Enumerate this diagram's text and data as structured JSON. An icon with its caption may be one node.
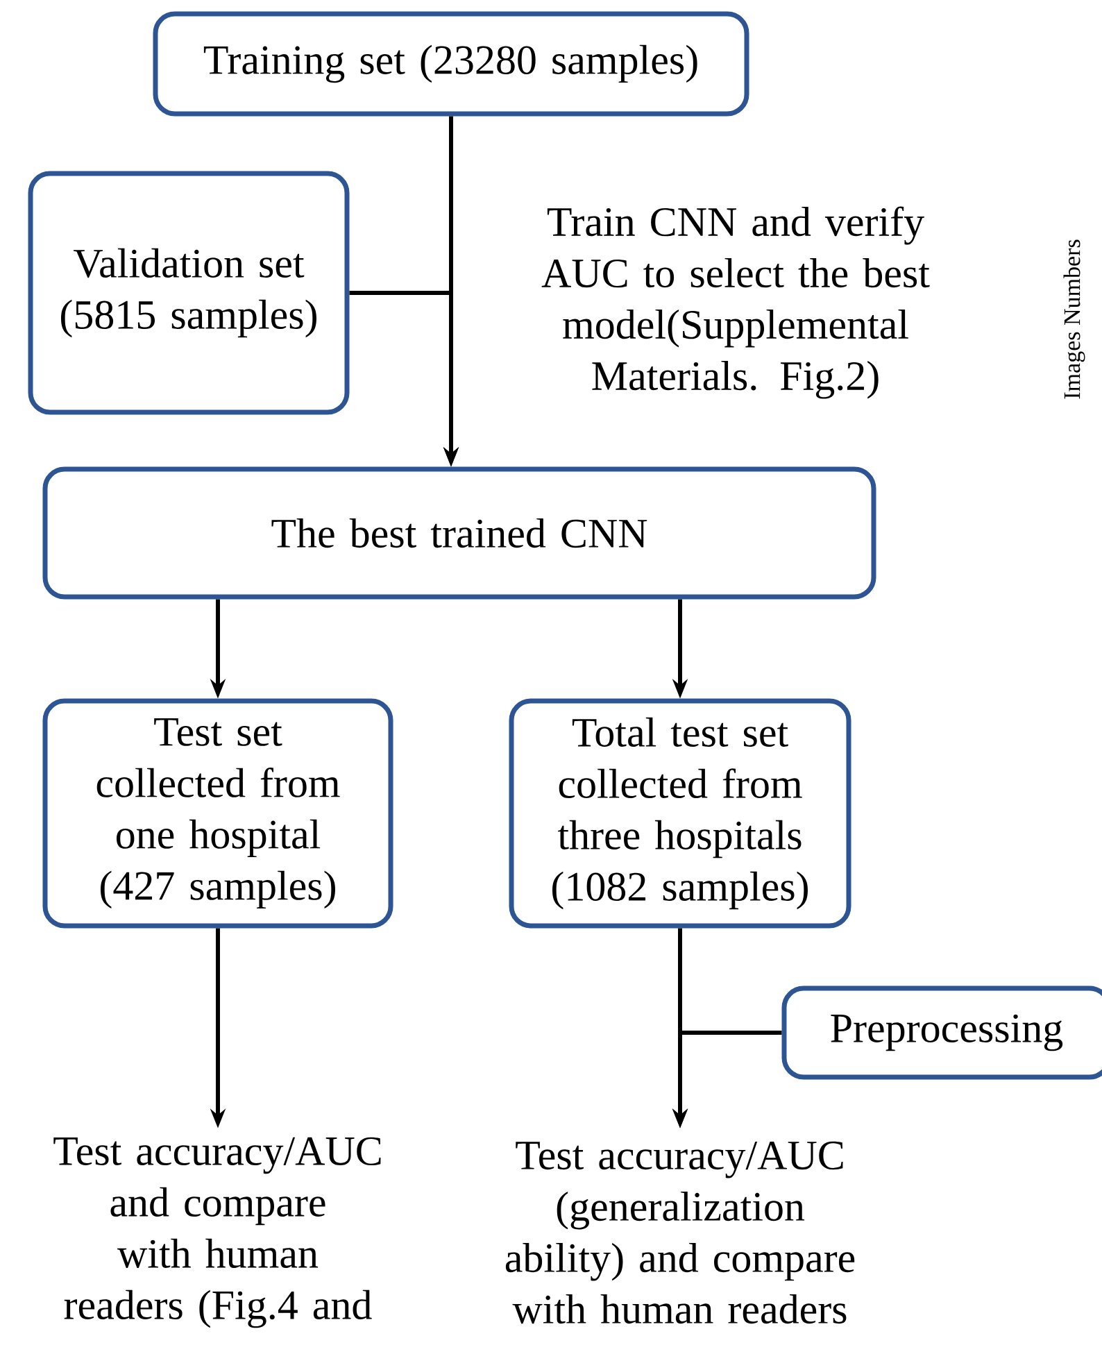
{
  "diagram": {
    "nodes": [
      {
        "text": [
          "Training set (23280 samples)"
        ]
      },
      {
        "text": [
          "Validation set (5815 samples)"
        ]
      },
      {
        "text": [
          "The best trained CNN"
        ]
      },
      {
        "text": [
          "Test set collected from one hospital (427 samples)"
        ]
      },
      {
        "text": [
          "Total test set collected from three hospitals (1082 samples)"
        ]
      },
      {
        "text": [
          "Preprocessing"
        ]
      },
      {
        "text": [
          "Test accuracy/AUC and compare with human readers (Fig.4 and"
        ]
      },
      {
        "text": [
          "Test accuracy/AUC (generalization ability) and compare with human readers"
        ]
      }
    ],
    "edges": [
      {
        "from": 0,
        "to": 2,
        "arrow": "to",
        "label": "Train CNN and verify AUC to select the best model(Supplemental Materials. Fig.2)"
      },
      {
        "from": 1,
        "to": 2,
        "arrow": "to"
      },
      {
        "from": 2,
        "to": 3,
        "arrow": "to"
      },
      {
        "from": 2,
        "to": 4,
        "arrow": "to"
      },
      {
        "from": 3,
        "to": 6,
        "arrow": "to"
      },
      {
        "from": 4,
        "to": 7,
        "arrow": "to"
      },
      {
        "from": 5,
        "to": 7,
        "arrow": "to"
      }
    ],
    "labels": [
      "Images Numbers"
    ]
  }
}
